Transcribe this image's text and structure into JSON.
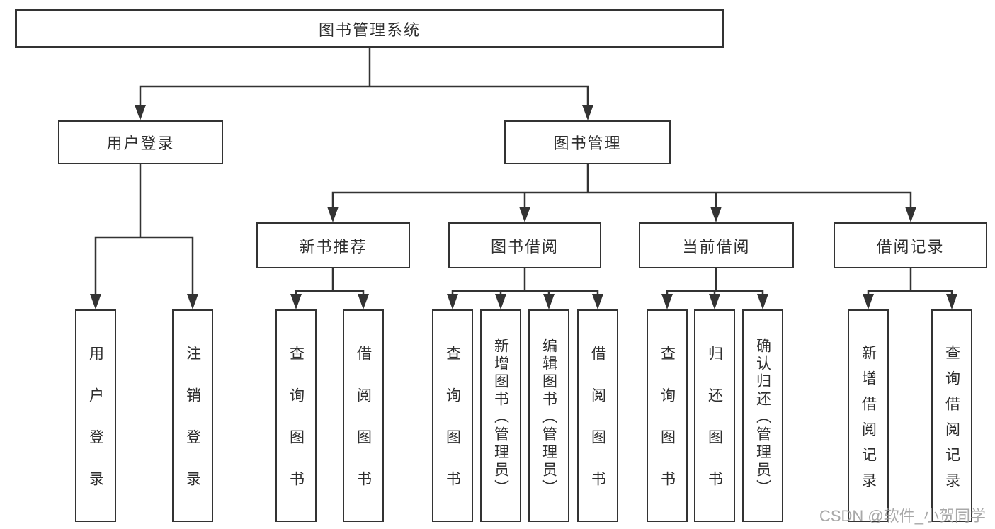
{
  "diagram": {
    "type": "tree",
    "nodes": {
      "root": {
        "label": "图书管理系统"
      },
      "level2": [
        {
          "label": "用户登录",
          "parent": "图书管理系统"
        },
        {
          "label": "图书管理",
          "parent": "图书管理系统"
        }
      ],
      "level3": [
        {
          "label": "新书推荐",
          "parent": "图书管理"
        },
        {
          "label": "图书借阅",
          "parent": "图书管理"
        },
        {
          "label": "当前借阅",
          "parent": "图书管理"
        },
        {
          "label": "借阅记录",
          "parent": "图书管理"
        }
      ],
      "leaves": [
        {
          "label": "用户登录",
          "parent": "用户登录"
        },
        {
          "label": "注销登录",
          "parent": "用户登录"
        },
        {
          "label": "查询图书",
          "parent": "新书推荐"
        },
        {
          "label": "借阅图书",
          "parent": "新书推荐"
        },
        {
          "label": "查询图书",
          "parent": "图书借阅"
        },
        {
          "label": "新增图书（管理员）",
          "parent": "图书借阅"
        },
        {
          "label": "编辑图书（管理员）",
          "parent": "图书借阅"
        },
        {
          "label": "借阅图书",
          "parent": "图书借阅"
        },
        {
          "label": "查询图书",
          "parent": "当前借阅"
        },
        {
          "label": "归还图书",
          "parent": "当前借阅"
        },
        {
          "label": "确认归还（管理员）",
          "parent": "当前借阅"
        },
        {
          "label": "新增借阅记录",
          "parent": "借阅记录"
        },
        {
          "label": "查询借阅记录",
          "parent": "借阅记录"
        }
      ]
    }
  },
  "colors": {
    "line": "#333333",
    "arrow": "#333333",
    "text": "#2e2e2e",
    "box_background": "#ffffff",
    "page_background": "#ffffff",
    "watermark": "#9a9a9a"
  },
  "watermark": {
    "text": "CSDN @软件_小贺同学"
  }
}
